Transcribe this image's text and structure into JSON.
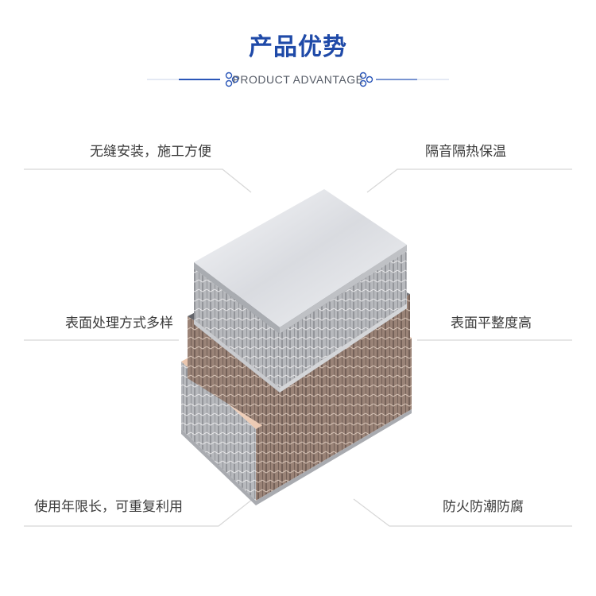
{
  "heading": {
    "title": "产品优势",
    "subtitle": "PRODUCT ADVANTAGE"
  },
  "features": {
    "left": [
      "无缝安装，施工方便",
      "表面处理方式多样",
      "使用年限长，可重复利用"
    ],
    "right": [
      "隔音隔热保温",
      "表面平整度高",
      "防火防潮防腐"
    ]
  },
  "colors": {
    "title": "#1f4aa8",
    "accent_line": "#2a56b8",
    "text": "#3a3a3a",
    "guide_line": "#d7d7d7",
    "top_panel": "#e4e6ea",
    "mid_panel": "#6a6c71",
    "bottom_panel": "#e7c2a8"
  }
}
